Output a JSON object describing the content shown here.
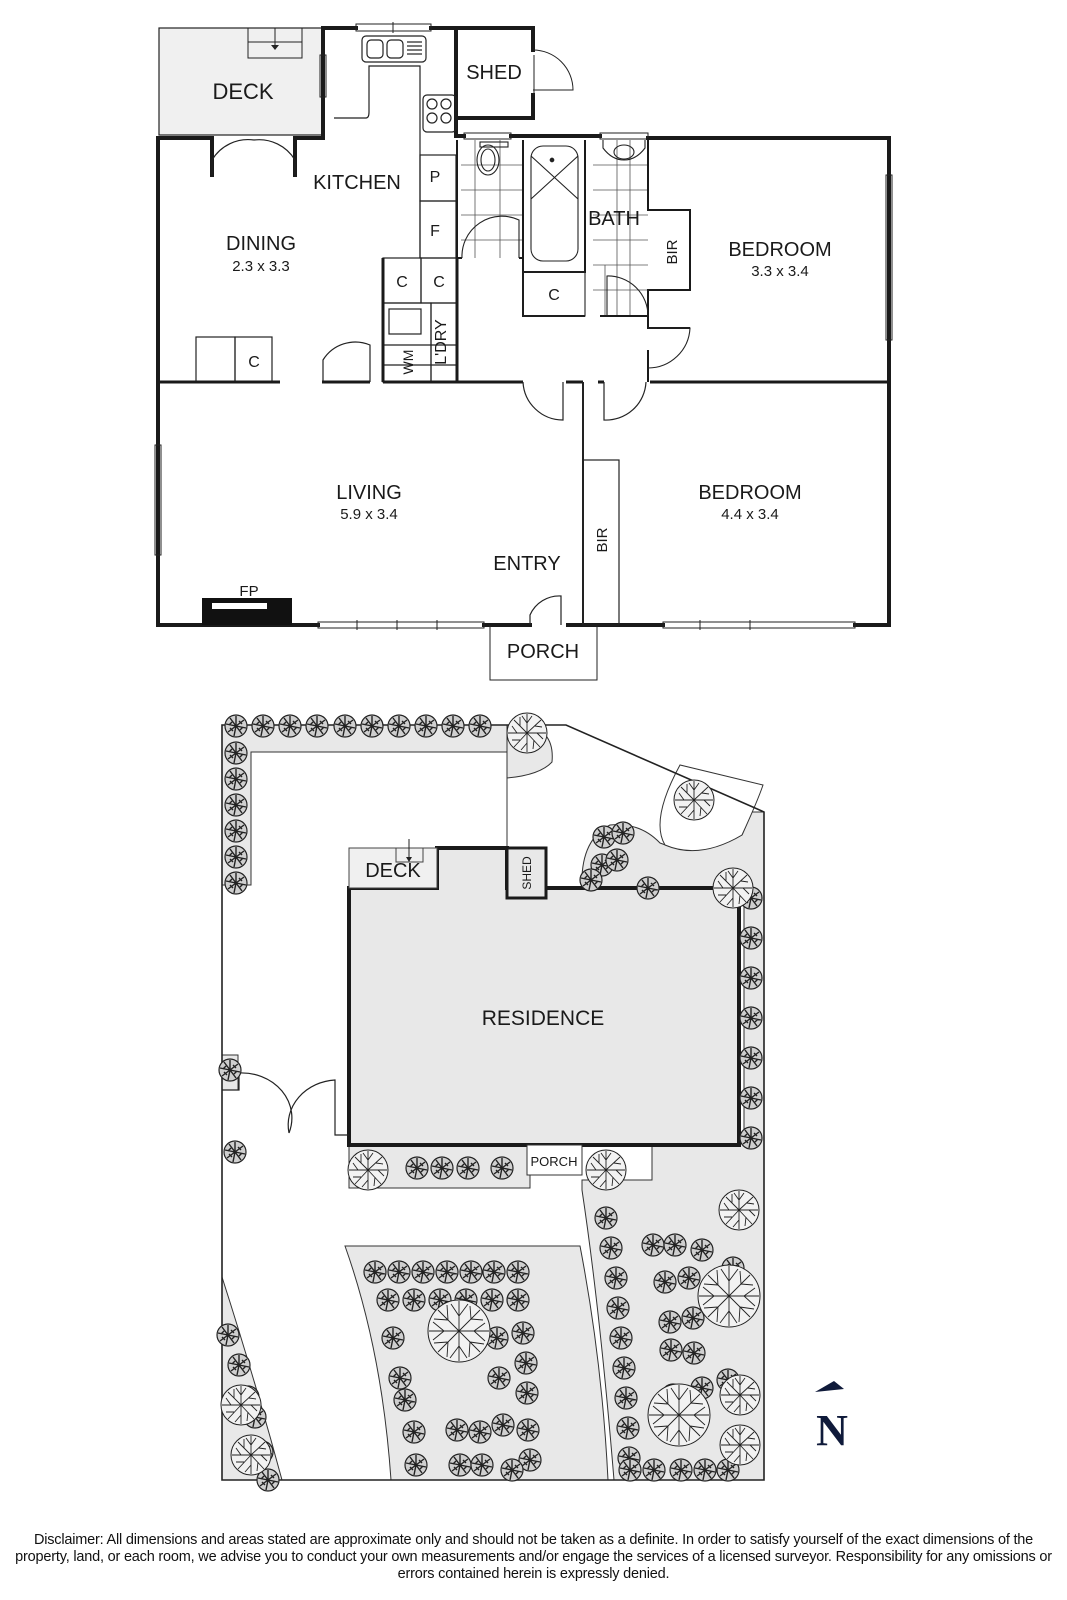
{
  "floor_plan": {
    "rooms": {
      "deck": {
        "name": "DECK"
      },
      "shed": {
        "name": "SHED"
      },
      "kitchen": {
        "name": "KITCHEN"
      },
      "pantry": {
        "name": "P"
      },
      "fridge": {
        "name": "F"
      },
      "dining": {
        "name": "DINING",
        "dims": "2.3 x 3.3"
      },
      "bath": {
        "name": "BATH"
      },
      "bedroom1": {
        "name": "BEDROOM",
        "dims": "3.3 x 3.4"
      },
      "bir1": {
        "name": "BIR"
      },
      "bath_cupboard": {
        "name": "C"
      },
      "cupboard1": {
        "name": "C"
      },
      "cupboard2": {
        "name": "C"
      },
      "dining_cupboard": {
        "name": "C"
      },
      "wm": {
        "name": "WM"
      },
      "laundry": {
        "name": "L'DRY"
      },
      "living": {
        "name": "LIVING",
        "dims": "5.9 x 3.4"
      },
      "bedroom2": {
        "name": "BEDROOM",
        "dims": "4.4 x 3.4"
      },
      "bir2": {
        "name": "BIR"
      },
      "entry": {
        "name": "ENTRY"
      },
      "fireplace": {
        "name": "FP"
      },
      "porch": {
        "name": "PORCH"
      }
    }
  },
  "site_plan": {
    "deck": "DECK",
    "shed": "SHED",
    "residence": "RESIDENCE",
    "porch": "PORCH",
    "north": "N"
  },
  "colors": {
    "wall": "#1a1a1a",
    "fill_grey": "#e8e8e8",
    "deck_grey": "#f0f0f0",
    "north_arrow": "#0f1a3a"
  },
  "disclaimer": "Disclaimer: All dimensions and areas stated are approximate only and should not be taken as a definite. In order to satisfy yourself of the exact dimensions of the property, land, or each room, we advise you to conduct your own measurements and/or engage the services of a licensed surveyor. Responsibility for any omissions or errors contained herein is expressly denied."
}
